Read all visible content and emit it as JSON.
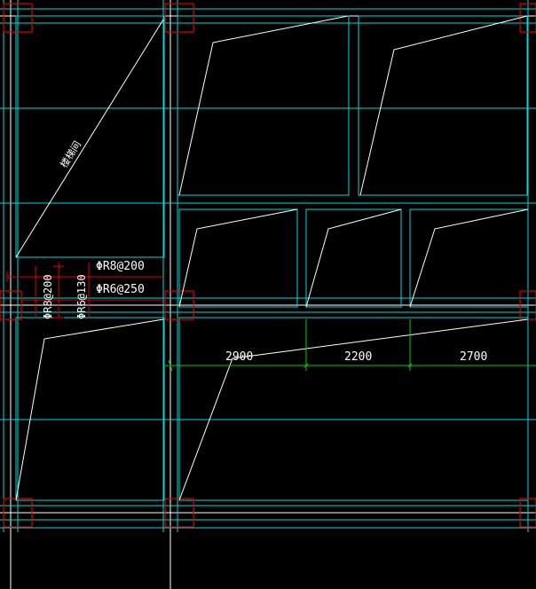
{
  "colors": {
    "background": "#000000",
    "grid": "#ffffff",
    "beam": "#00e5e5",
    "column": "#e00000",
    "slab": "#ffffff",
    "dimension": "#00e000",
    "rebar_mark": "#e00000"
  },
  "labels": {
    "diagonal_note": "楼梯间",
    "rebar_top_1": "ΦR8@200",
    "rebar_top_2": "ΦR6@250",
    "rebar_vert_1": "ΦR8@200",
    "rebar_vert_2": "ΦR6@130"
  },
  "dimensions": [
    "2900",
    "2200",
    "2700"
  ]
}
